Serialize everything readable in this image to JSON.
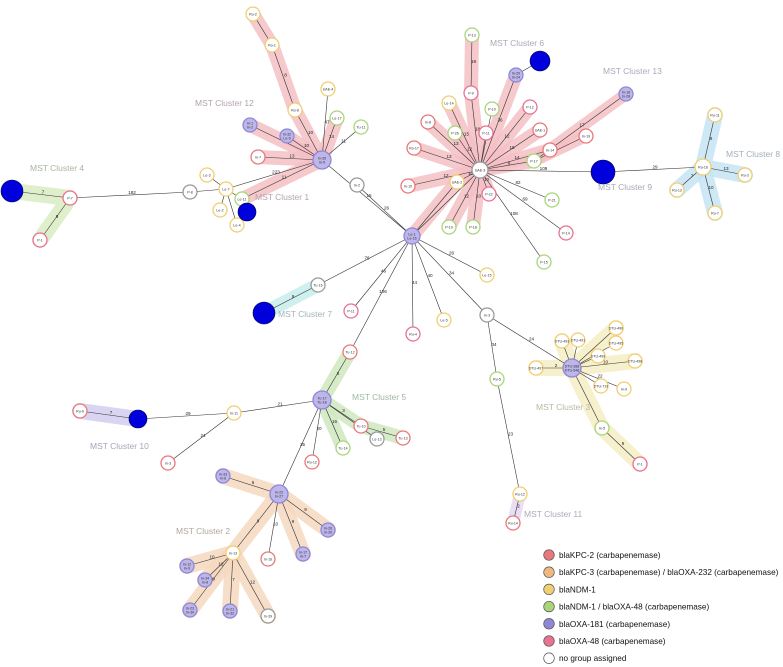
{
  "colors": {
    "kpc2": "#e8787c",
    "kpc3": "#f0b880",
    "ndm1": "#f0cf72",
    "ndm1_oxa48": "#a9d57a",
    "oxa181": "#8f87d6",
    "oxa48": "#e87292",
    "none": "#ffffff",
    "solid_blue": "#0000dd"
  },
  "legend": [
    {
      "key": "kpc2",
      "label": "blaKPC-2 (carbapenemase)"
    },
    {
      "key": "kpc3",
      "label": "blaKPC-3 (carbapenemase) / blaOXA-232 (carbapenemase)"
    },
    {
      "key": "ndm1",
      "label": "blaNDM-1"
    },
    {
      "key": "ndm1_oxa48",
      "label": "blaNDM-1 / blaOXA-48 (carbapenemase)"
    },
    {
      "key": "oxa181",
      "label": "blaOXA-181 (carbapenemase)"
    },
    {
      "key": "oxa48",
      "label": "blaOXA-48 (carbapenemase)"
    },
    {
      "key": "none",
      "label": "no group assigned"
    }
  ],
  "clusters": [
    {
      "id": "c1",
      "label": "MST Cluster 1",
      "color": "#f5c0c4"
    },
    {
      "id": "c2",
      "label": "MST Cluster 2",
      "color": "#f6d8bf"
    },
    {
      "id": "c3",
      "label": "MST Cluster 3",
      "color": "#f4edc4"
    },
    {
      "id": "c4",
      "label": "MST Cluster 4",
      "color": "#d9ecc3"
    },
    {
      "id": "c5",
      "label": "MST Cluster 5",
      "color": "#cfe9c0"
    },
    {
      "id": "c6",
      "label": "MST Cluster 6",
      "color": "#f5c0c4"
    },
    {
      "id": "c7",
      "label": "MST Cluster 7",
      "color": "#c8ecec"
    },
    {
      "id": "c8",
      "label": "MST Cluster 8",
      "color": "#c6e4f4"
    },
    {
      "id": "c9",
      "label": "MST Cluster 9",
      "color": "#ffffff"
    },
    {
      "id": "c10",
      "label": "MST Cluster 10",
      "color": "#d2cdef"
    },
    {
      "id": "c11",
      "label": "MST Cluster 11",
      "color": "#e6d8f2"
    },
    {
      "id": "c12",
      "label": "MST Cluster 12",
      "color": "#f5c0c4"
    },
    {
      "id": "c13",
      "label": "MST Cluster 13",
      "color": "#f5c0c4"
    }
  ],
  "nodes": [
    {
      "id": "Ro-2",
      "label": "Ro-2",
      "group": "ndm1"
    },
    {
      "id": "Ro-1",
      "label": "Ro-1",
      "group": "ndm1"
    },
    {
      "id": "Ro-8",
      "label": "Ro-8",
      "group": "ndm1"
    },
    {
      "id": "UAE-4",
      "label": "UAE-4",
      "group": "ndm1"
    },
    {
      "id": "In-1",
      "label": "In-1\nIn-2",
      "group": "oxa181"
    },
    {
      "id": "In-32",
      "label": "In-32\nLe-9",
      "group": "oxa181"
    },
    {
      "id": "Le-17",
      "label": "Le-17",
      "group": "ndm1_oxa48"
    },
    {
      "id": "Tu-11",
      "label": "Tu-11",
      "group": "ndm1_oxa48"
    },
    {
      "id": "In-7",
      "label": "In-7",
      "group": "kpc2"
    },
    {
      "id": "In-35",
      "label": "In-35\nIn-5",
      "group": "oxa181"
    },
    {
      "id": "In-2",
      "label": "In-2",
      "group": "none"
    },
    {
      "id": "Le-3",
      "label": "Le-3",
      "group": "ndm1"
    },
    {
      "id": "Le-7",
      "label": "Le-7",
      "group": "ndm1"
    },
    {
      "id": "Le-11",
      "label": "Le-11",
      "group": "ndm1_oxa48"
    },
    {
      "id": "Le-2",
      "label": "Le-2",
      "group": "ndm1"
    },
    {
      "id": "Le-4",
      "label": "Le-4",
      "group": "ndm1"
    },
    {
      "id": "P-8",
      "label": "P-8",
      "group": "none"
    },
    {
      "id": "P-7",
      "label": "P-7",
      "group": "oxa48"
    },
    {
      "id": "P-1",
      "label": "P-1",
      "group": "oxa48"
    },
    {
      "id": "P-13",
      "label": "P-13",
      "group": "ndm1_oxa48"
    },
    {
      "id": "In-20",
      "label": "In-20\nIn-24",
      "group": "oxa181"
    },
    {
      "id": "P-9",
      "label": "P-9",
      "group": "oxa48"
    },
    {
      "id": "P-10",
      "label": "P-10",
      "group": "ndm1_oxa48"
    },
    {
      "id": "P-12",
      "label": "P-12",
      "group": "oxa48"
    },
    {
      "id": "Le-14",
      "label": "Le-14",
      "group": "ndm1"
    },
    {
      "id": "P-26",
      "label": "P-26",
      "group": "ndm1_oxa48"
    },
    {
      "id": "In-8",
      "label": "In-8",
      "group": "kpc2"
    },
    {
      "id": "P-11",
      "label": "P-11",
      "group": "oxa48"
    },
    {
      "id": "Ro-17",
      "label": "Ro-17",
      "group": "kpc2"
    },
    {
      "id": "UAE-1",
      "label": "UAE-1",
      "group": "kpc2"
    },
    {
      "id": "In-14",
      "label": "In-14",
      "group": "kpc2"
    },
    {
      "id": "In-19",
      "label": "In-19",
      "group": "kpc2"
    },
    {
      "id": "In-18",
      "label": "In-18\nIn-28",
      "group": "oxa181"
    },
    {
      "id": "P-17",
      "label": "P-17",
      "group": "ndm1_oxa48"
    },
    {
      "id": "UAE-3",
      "label": "UAE-3",
      "group": "none"
    },
    {
      "id": "In-10",
      "label": "In-10",
      "group": "kpc2"
    },
    {
      "id": "UAE-2",
      "label": "UAE-2",
      "group": "ndm1"
    },
    {
      "id": "P-22",
      "label": "P-22",
      "group": "oxa48"
    },
    {
      "id": "P-19",
      "label": "P-19",
      "group": "ndm1_oxa48"
    },
    {
      "id": "P-18",
      "label": "P-18",
      "group": "ndm1_oxa48"
    },
    {
      "id": "P-21",
      "label": "P-21",
      "group": "ndm1_oxa48"
    },
    {
      "id": "P-14",
      "label": "P-14",
      "group": "oxa48"
    },
    {
      "id": "P-15",
      "label": "P-15",
      "group": "ndm1_oxa48"
    },
    {
      "id": "Ru-16",
      "label": "Ru-16",
      "group": "ndm1"
    },
    {
      "id": "Ru-11",
      "label": "Ru-11",
      "group": "ndm1"
    },
    {
      "id": "Ru-13",
      "label": "Ru-13",
      "group": "ndm1"
    },
    {
      "id": "Ru-3",
      "label": "Ru-3",
      "group": "ndm1"
    },
    {
      "id": "Ru-7",
      "label": "Ru-7",
      "group": "ndm1"
    },
    {
      "id": "Le-1",
      "label": "Le-1\nLe-16",
      "group": "oxa181"
    },
    {
      "id": "Tu-16",
      "label": "Tu-16",
      "group": "none"
    },
    {
      "id": "P-11b",
      "label": "P-11",
      "group": "oxa48"
    },
    {
      "id": "Ru-4",
      "label": "Ru-4",
      "group": "oxa48"
    },
    {
      "id": "Le-5",
      "label": "Le-5",
      "group": "ndm1"
    },
    {
      "id": "Le-15",
      "label": "Le-15",
      "group": "ndm1"
    },
    {
      "id": "In-3",
      "label": "In-3",
      "group": "none"
    },
    {
      "id": "DTU-HUB",
      "label": "DTU-388\nDTU-548",
      "group": "oxa181"
    },
    {
      "id": "DTU-490",
      "label": "DTU-490",
      "group": "ndm1"
    },
    {
      "id": "DTU-491",
      "label": "DTU-491",
      "group": "ndm1"
    },
    {
      "id": "DTU-493",
      "label": "DTU-493",
      "group": "ndm1"
    },
    {
      "id": "DTU-495",
      "label": "DTU-495",
      "group": "ndm1"
    },
    {
      "id": "DTU-497",
      "label": "DTU-497",
      "group": "ndm1"
    },
    {
      "id": "DTU-498",
      "label": "DTU-498",
      "group": "ndm1"
    },
    {
      "id": "DTU-499",
      "label": "DTU-499",
      "group": "ndm1"
    },
    {
      "id": "DTU-719",
      "label": "DTU-719",
      "group": "ndm1"
    },
    {
      "id": "In-9",
      "label": "In-9",
      "group": "ndm1"
    },
    {
      "id": "In-5",
      "label": "In-5",
      "group": "ndm1_oxa48"
    },
    {
      "id": "P-1b",
      "label": "P-1",
      "group": "oxa48"
    },
    {
      "id": "Ru-5",
      "label": "Ru-5",
      "group": "ndm1_oxa48"
    },
    {
      "id": "Ru-12",
      "label": "Ru-12",
      "group": "ndm1"
    },
    {
      "id": "Ru-14",
      "label": "Ru-14",
      "group": "kpc2"
    },
    {
      "id": "Tu-12",
      "label": "Tu-12",
      "group": "kpc2"
    },
    {
      "id": "Tu-17",
      "label": "Tu-17\nTu-18",
      "group": "oxa181"
    },
    {
      "id": "Tu-10",
      "label": "Tu-10",
      "group": "kpc2"
    },
    {
      "id": "Tu-13",
      "label": "Tu-13",
      "group": "kpc2"
    },
    {
      "id": "Tu-14",
      "label": "Tu-14",
      "group": "ndm1_oxa48"
    },
    {
      "id": "Le-13",
      "label": "Le-13",
      "group": "none"
    },
    {
      "id": "Ro-12",
      "label": "Ro-12",
      "group": "kpc2"
    },
    {
      "id": "In-11",
      "label": "In-11",
      "group": "ndm1"
    },
    {
      "id": "Ru-6",
      "label": "Ru-6",
      "group": "kpc2"
    },
    {
      "id": "In-3b",
      "label": "In-3",
      "group": "kpc2"
    },
    {
      "id": "In-33",
      "label": "In-33\nIn-6",
      "group": "oxa181"
    },
    {
      "id": "In-22",
      "label": "In-22\nIn-27",
      "group": "oxa181"
    },
    {
      "id": "In-26",
      "label": "In-26\nIn-30",
      "group": "oxa181"
    },
    {
      "id": "In-17",
      "label": "In-17\nIn-7",
      "group": "oxa181"
    },
    {
      "id": "In-16",
      "label": "In-16",
      "group": "kpc2"
    },
    {
      "id": "In-13",
      "label": "In-13",
      "group": "ndm1"
    },
    {
      "id": "In-12",
      "label": "In-12\nIn-9",
      "group": "oxa181"
    },
    {
      "id": "In-34",
      "label": "In-34\nIn-8",
      "group": "oxa181"
    },
    {
      "id": "In-23",
      "label": "In-23\nIn-30",
      "group": "oxa181"
    },
    {
      "id": "In-21",
      "label": "In-21\nIn-32",
      "group": "oxa181"
    },
    {
      "id": "In-39",
      "label": "In-39",
      "group": "none"
    },
    {
      "id": "B1",
      "label": "",
      "group": "solid_blue"
    },
    {
      "id": "B4",
      "label": "",
      "group": "solid_blue"
    },
    {
      "id": "B6",
      "label": "",
      "group": "solid_blue"
    },
    {
      "id": "B7",
      "label": "",
      "group": "solid_blue"
    },
    {
      "id": "B9",
      "label": "",
      "group": "solid_blue"
    },
    {
      "id": "B10",
      "label": "",
      "group": "solid_blue"
    }
  ],
  "edges": [
    {
      "a": "Ro-2",
      "b": "Ro-1",
      "w": ""
    },
    {
      "a": "Ro-1",
      "b": "Ro-8",
      "w": "8"
    },
    {
      "a": "Ro-8",
      "b": "In-35",
      "w": "10"
    },
    {
      "a": "UAE-4",
      "b": "In-35",
      "w": "47"
    },
    {
      "a": "In-1",
      "b": "In-35",
      "w": "32"
    },
    {
      "a": "In-32",
      "b": "In-35",
      "w": "10"
    },
    {
      "a": "Le-17",
      "b": "In-35",
      "w": "14"
    },
    {
      "a": "Tu-11",
      "b": "In-35",
      "w": "11"
    },
    {
      "a": "In-7",
      "b": "In-35",
      "w": "13"
    },
    {
      "a": "In-35",
      "b": "Le-1",
      "w": "15"
    },
    {
      "a": "In-2",
      "b": "Le-1",
      "w": "26"
    },
    {
      "a": "In-35",
      "b": "Le-11",
      "w": "11"
    },
    {
      "a": "Le-7",
      "b": "In-35",
      "w": "223"
    },
    {
      "a": "Le-3",
      "b": "Le-7",
      "w": ""
    },
    {
      "a": "Le-7",
      "b": "Le-11",
      "w": ""
    },
    {
      "a": "Le-7",
      "b": "Le-2",
      "w": ""
    },
    {
      "a": "Le-7",
      "b": "Le-4",
      "w": ""
    },
    {
      "a": "Le-11",
      "b": "B1",
      "w": ""
    },
    {
      "a": "P-8",
      "b": "Le-7",
      "w": ""
    },
    {
      "a": "P-7",
      "b": "P-8",
      "w": "182"
    },
    {
      "a": "P-7",
      "b": "B4",
      "w": "7"
    },
    {
      "a": "P-7",
      "b": "P-1",
      "w": "9"
    },
    {
      "a": "P-13",
      "b": "P-9",
      "w": "19"
    },
    {
      "a": "In-20",
      "b": "B6",
      "w": ""
    },
    {
      "a": "In-20",
      "b": "UAE-3",
      "w": "36"
    },
    {
      "a": "P-9",
      "b": "UAE-3",
      "w": "18"
    },
    {
      "a": "P-10",
      "b": "UAE-3",
      "w": "9"
    },
    {
      "a": "P-12",
      "b": "UAE-3",
      "w": "12"
    },
    {
      "a": "Le-14",
      "b": "UAE-3",
      "w": "15"
    },
    {
      "a": "P-26",
      "b": "UAE-3",
      "w": "12"
    },
    {
      "a": "In-8",
      "b": "UAE-3",
      "w": "13"
    },
    {
      "a": "P-11",
      "b": "UAE-3",
      "w": ""
    },
    {
      "a": "Ro-17",
      "b": "UAE-3",
      "w": "13"
    },
    {
      "a": "UAE-1",
      "b": "UAE-3",
      "w": "16"
    },
    {
      "a": "In-14",
      "b": "UAE-3",
      "w": "14"
    },
    {
      "a": "In-19",
      "b": "P-17",
      "w": ""
    },
    {
      "a": "In-18",
      "b": "P-17",
      "w": "17"
    },
    {
      "a": "P-17",
      "b": "UAE-3",
      "w": "8"
    },
    {
      "a": "In-10",
      "b": "UAE-3",
      "w": "12"
    },
    {
      "a": "UAE-2",
      "b": "UAE-3",
      "w": "10"
    },
    {
      "a": "P-22",
      "b": "UAE-3",
      "w": "10"
    },
    {
      "a": "P-19",
      "b": "UAE-3",
      "w": "12"
    },
    {
      "a": "P-18",
      "b": "UAE-3",
      "w": "10"
    },
    {
      "a": "P-21",
      "b": "UAE-3",
      "w": "82"
    },
    {
      "a": "P-14",
      "b": "UAE-3",
      "w": "69"
    },
    {
      "a": "P-15",
      "b": "UAE-3",
      "w": "108"
    },
    {
      "a": "UAE-3",
      "b": "B9",
      "w": "109"
    },
    {
      "a": "UAE-3",
      "b": "Le-1",
      "w": ""
    },
    {
      "a": "UAE-2",
      "b": "Le-1",
      "w": ""
    },
    {
      "a": "B9",
      "b": "Ru-16",
      "w": "29"
    },
    {
      "a": "Ru-16",
      "b": "Ru-11",
      "w": "9"
    },
    {
      "a": "Ru-16",
      "b": "Ru-3",
      "w": "13"
    },
    {
      "a": "Ru-16",
      "b": "Ru-13",
      "w": "7"
    },
    {
      "a": "Ru-16",
      "b": "Ru-7",
      "w": "10"
    },
    {
      "a": "Le-1",
      "b": "Tu-16",
      "w": "76"
    },
    {
      "a": "Tu-16",
      "b": "B7",
      "w": "9"
    },
    {
      "a": "Le-1",
      "b": "P-11b",
      "w": "46"
    },
    {
      "a": "Le-1",
      "b": "Ru-4",
      "w": "44"
    },
    {
      "a": "Le-1",
      "b": "Le-5",
      "w": "40"
    },
    {
      "a": "Le-1",
      "b": "Le-15",
      "w": "26"
    },
    {
      "a": "Le-1",
      "b": "In-3",
      "w": "34"
    },
    {
      "a": "Le-1",
      "b": "Tu-12",
      "w": "106"
    },
    {
      "a": "In-3",
      "b": "DTU-HUB",
      "w": "24"
    },
    {
      "a": "In-3",
      "b": "Ru-5",
      "w": "34"
    },
    {
      "a": "DTU-HUB",
      "b": "DTU-490",
      "w": ""
    },
    {
      "a": "DTU-HUB",
      "b": "DTU-491",
      "w": ""
    },
    {
      "a": "DTU-HUB",
      "b": "DTU-493",
      "w": ""
    },
    {
      "a": "DTU-HUB",
      "b": "DTU-495",
      "w": "8"
    },
    {
      "a": "DTU-HUB",
      "b": "DTU-497",
      "w": "2"
    },
    {
      "a": "DTU-HUB",
      "b": "DTU-498",
      "w": "10"
    },
    {
      "a": "DTU-HUB",
      "b": "DTU-499",
      "w": ""
    },
    {
      "a": "DTU-HUB",
      "b": "DTU-719",
      "w": ""
    },
    {
      "a": "DTU-HUB",
      "b": "In-9",
      "w": "22"
    },
    {
      "a": "DTU-HUB",
      "b": "In-5",
      "w": ""
    },
    {
      "a": "In-5",
      "b": "P-1b",
      "w": "9"
    },
    {
      "a": "Ru-5",
      "b": "Ru-12",
      "w": "23"
    },
    {
      "a": "Ru-12",
      "b": "Ru-14",
      "w": "2"
    },
    {
      "a": "Tu-12",
      "b": "Tu-17",
      "w": "6"
    },
    {
      "a": "Tu-17",
      "b": "Tu-10",
      "w": "3"
    },
    {
      "a": "Tu-10",
      "b": "Tu-13",
      "w": "5"
    },
    {
      "a": "Tu-17",
      "b": "Tu-14",
      "w": "16"
    },
    {
      "a": "Tu-17",
      "b": "Le-13",
      "w": ""
    },
    {
      "a": "Tu-17",
      "b": "Ro-12",
      "w": "20"
    },
    {
      "a": "Tu-17",
      "b": "In-11",
      "w": "21"
    },
    {
      "a": "Tu-17",
      "b": "In-22",
      "w": "35"
    },
    {
      "a": "In-11",
      "b": "B10",
      "w": "29"
    },
    {
      "a": "B10",
      "b": "Ru-6",
      "w": "7"
    },
    {
      "a": "In-11",
      "b": "In-3b",
      "w": "24"
    },
    {
      "a": "In-33",
      "b": "In-22",
      "w": "6"
    },
    {
      "a": "In-22",
      "b": "In-26",
      "w": "9"
    },
    {
      "a": "In-22",
      "b": "In-17",
      "w": "9"
    },
    {
      "a": "In-22",
      "b": "In-16",
      "w": "10"
    },
    {
      "a": "In-22",
      "b": "In-13",
      "w": "9"
    },
    {
      "a": "In-13",
      "b": "In-12",
      "w": "10"
    },
    {
      "a": "In-13",
      "b": "In-34",
      "w": "12"
    },
    {
      "a": "In-13",
      "b": "In-23",
      "w": "9"
    },
    {
      "a": "In-13",
      "b": "In-21",
      "w": "7"
    },
    {
      "a": "In-13",
      "b": "In-39",
      "w": "12"
    }
  ]
}
